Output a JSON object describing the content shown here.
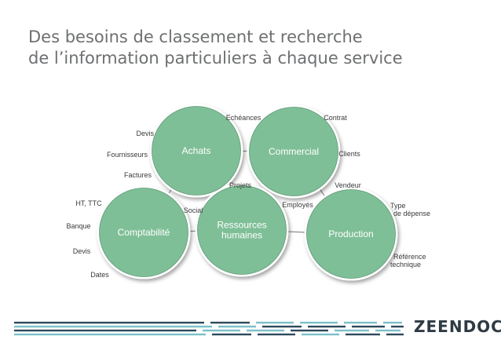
{
  "title_lines": [
    "Des besoins de classement et recherche",
    "de l’information particuliers à chaque service"
  ],
  "diagram": {
    "circles": [
      {
        "id": "achats",
        "lines": [
          "Achats"
        ]
      },
      {
        "id": "commercial",
        "lines": [
          "Commercial"
        ]
      },
      {
        "id": "comptabilite",
        "lines": [
          "Comptabilité"
        ]
      },
      {
        "id": "rh",
        "lines": [
          "Ressources",
          "humaines"
        ]
      },
      {
        "id": "production",
        "lines": [
          "Production"
        ]
      }
    ],
    "links": [
      {
        "id": "achats-commercial",
        "label": "Echéances"
      },
      {
        "id": "achats-rh",
        "label": "Projets"
      },
      {
        "id": "achats-comptabilite",
        "label": ""
      },
      {
        "id": "commercial-rh",
        "label": "Employés"
      },
      {
        "id": "commercial-production",
        "label": "Vendeur"
      },
      {
        "id": "comptabilite-rh",
        "label": "Social"
      },
      {
        "id": "rh-production",
        "label": ""
      }
    ],
    "tags": [
      {
        "id": "devis-achats",
        "lines": [
          "Devis"
        ]
      },
      {
        "id": "fournisseurs",
        "lines": [
          "Fournisseurs"
        ]
      },
      {
        "id": "factures",
        "lines": [
          "Factures"
        ]
      },
      {
        "id": "contrat",
        "lines": [
          "Contrat"
        ]
      },
      {
        "id": "clients",
        "lines": [
          "Clients"
        ]
      },
      {
        "id": "ht-ttc",
        "lines": [
          "HT, TTC"
        ]
      },
      {
        "id": "banque",
        "lines": [
          "Banque"
        ]
      },
      {
        "id": "devis-compta",
        "lines": [
          "Devis"
        ]
      },
      {
        "id": "dates",
        "lines": [
          "Dates"
        ]
      },
      {
        "id": "type-depense",
        "lines": [
          "Type",
          "de dépense"
        ]
      },
      {
        "id": "reference-technique",
        "lines": [
          "Référence",
          "technique"
        ]
      }
    ]
  },
  "logo": {
    "text": "ZEENDOC"
  },
  "colors": {
    "circle_fill": "#7fbf97",
    "circle_stroke": "#5f9a77",
    "circle_text": "#ffffff",
    "line": "#8e8e8e",
    "label_text": "#3a3a3a",
    "title": "#6d6f71",
    "bar_dark": "#2e4a5c",
    "bar_light": "#7cc0c8"
  }
}
